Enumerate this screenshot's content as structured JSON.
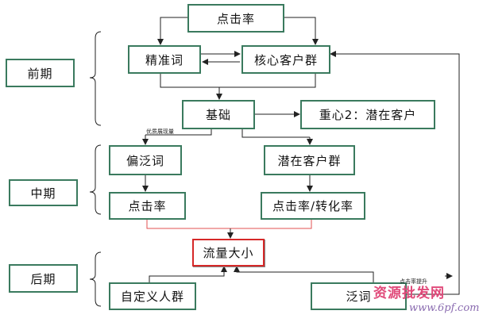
{
  "phases": {
    "early": "前期",
    "middle": "中期",
    "late": "后期"
  },
  "nodes": {
    "top_ctr": "点击率",
    "precise_words": "精准词",
    "core_group": "核心客户群",
    "foundation": "基础",
    "focus2": "重心2：潜在客户",
    "broad_words": "偏泛词",
    "potential_group": "潜在客户群",
    "mid_ctr": "点击率",
    "ctr_conversion": "点击率/转化率",
    "traffic_size": "流量大小",
    "custom_group": "自定义人群",
    "general_words": "泛词"
  },
  "annotations": {
    "quality_score": "优质展现量",
    "ctr_boost": "点击率提升"
  },
  "watermark": {
    "line1": "资源批发网",
    "line2": "www.6pf.com"
  },
  "colors": {
    "box_border": "#3a7a5e",
    "highlight_border": "#d62828",
    "line": "#222222",
    "red_line": "#e05050"
  }
}
